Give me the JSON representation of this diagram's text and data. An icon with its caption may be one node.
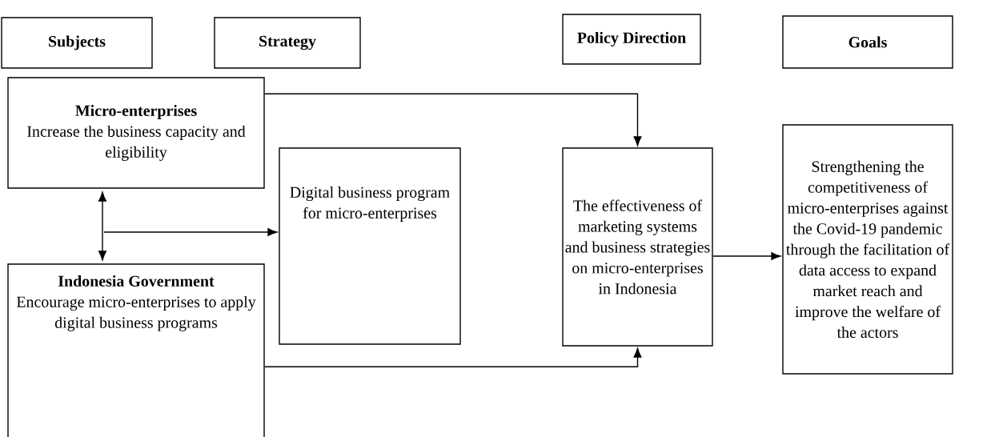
{
  "diagram": {
    "nodes": [
      {
        "text": [
          "Subjects"
        ]
      },
      {
        "text": [
          "Strategy"
        ]
      },
      {
        "text": [
          "Policy Direction"
        ]
      },
      {
        "text": [
          "Goals"
        ]
      },
      {
        "text": [
          "Micro-enterprises",
          "Increase the business capacity and eligibility"
        ]
      },
      {
        "text": [
          "Digital business program for micro-enterprises"
        ]
      },
      {
        "text": [
          "The effectiveness of marketing systems and business strategies on micro-enterprises in Indonesia"
        ]
      },
      {
        "text": [
          "Strengthening the competitiveness of micro-enterprises against the Covid-19 pandemic through the facilitation of data access to expand market reach and improve the welfare of the actors"
        ]
      },
      {
        "text": [
          "Indonesia Government",
          "Encourage micro-enterprises to apply digital business programs"
        ]
      }
    ],
    "edges": [
      {
        "from": 4,
        "to": 6,
        "arrow": "to"
      },
      {
        "from": 8,
        "to": 6,
        "arrow": "to"
      },
      {
        "from": 4,
        "to": 8,
        "arrow": "both"
      },
      {
        "from": null,
        "to": 5,
        "arrow": "to"
      },
      {
        "from": 6,
        "to": 7,
        "arrow": "to"
      }
    ]
  }
}
